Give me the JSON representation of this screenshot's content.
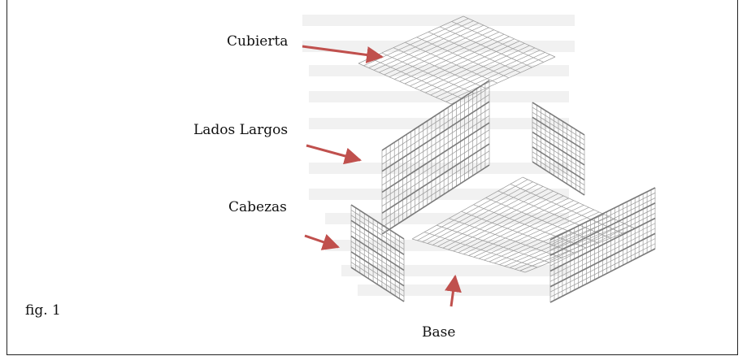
{
  "figure": {
    "caption": "fig. 1",
    "labels": {
      "cubierta": "Cubierta",
      "lados_largos": "Lados Largos",
      "cabezas": "Cabezas",
      "base": "Base"
    },
    "colors": {
      "arrow": "#c0504d",
      "mesh": "#9a9a9a",
      "background_text": "#f0f0f0"
    }
  }
}
